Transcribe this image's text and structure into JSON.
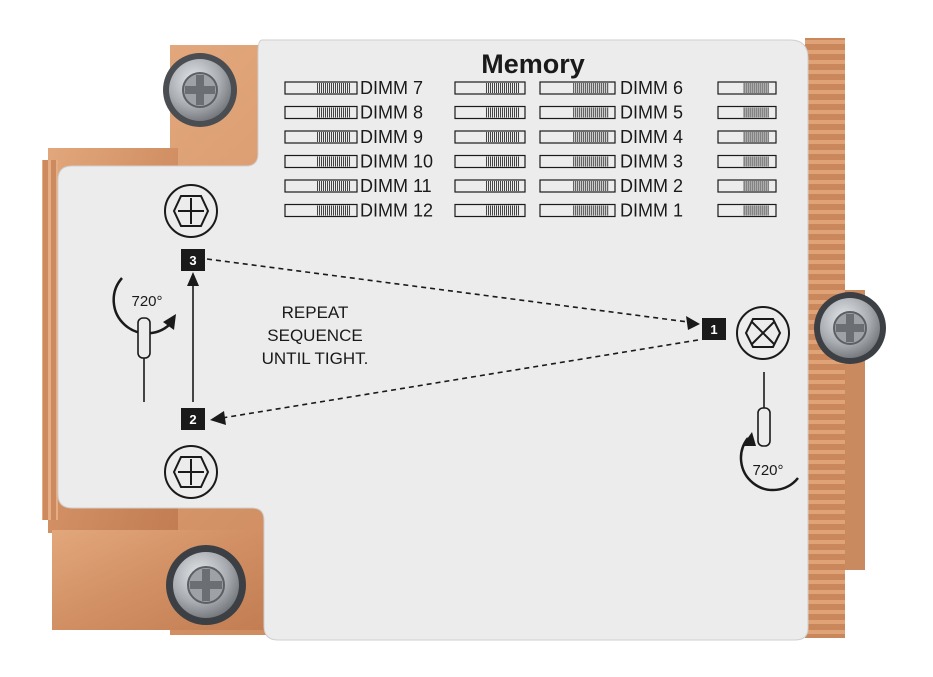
{
  "label": {
    "title": "Memory",
    "dimm_left": [
      "DIMM 7",
      "DIMM 8",
      "DIMM 9",
      "DIMM 10",
      "DIMM 11",
      "DIMM 12"
    ],
    "dimm_right": [
      "DIMM 6",
      "DIMM 5",
      "DIMM 4",
      "DIMM 3",
      "DIMM 2",
      "DIMM 1"
    ],
    "instruction": [
      "REPEAT",
      "SEQUENCE",
      "UNTIL TIGHT."
    ],
    "steps": [
      "1",
      "2",
      "3"
    ],
    "rotation": "720°"
  },
  "colors": {
    "copper": "#d4956a",
    "copper_dark": "#b8734c",
    "label_bg": "#ececec",
    "ink": "#1a1a1a",
    "screw": "#b9bcc0"
  }
}
